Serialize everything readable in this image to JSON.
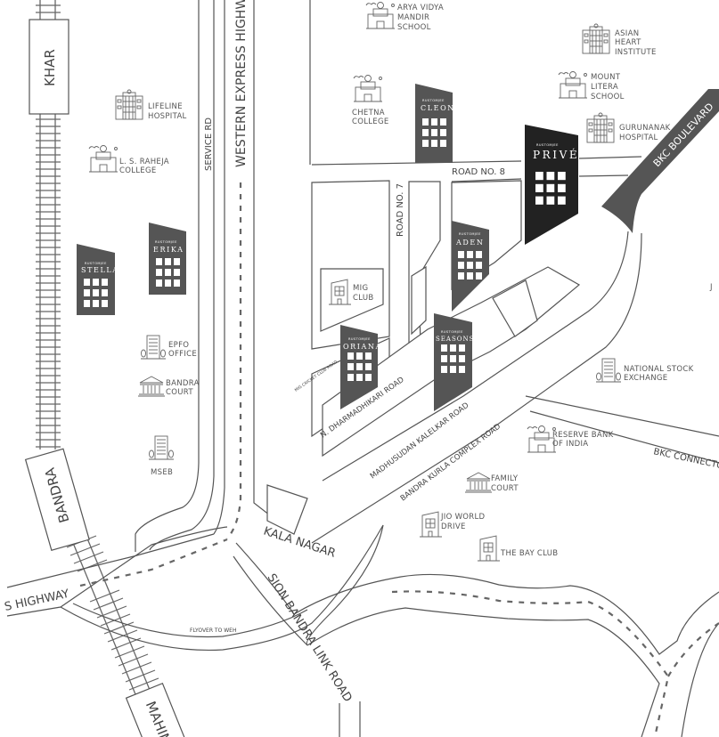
{
  "map": {
    "title": "Rustomjee Privé location map",
    "colors": {
      "background": "#ffffff",
      "road_stroke": "#555555",
      "building_gray": "#555555",
      "building_featured": "#222222",
      "boulevard_fill": "#555555",
      "label_text": "#444444"
    },
    "stations": [
      {
        "id": "khar",
        "label": "KHAR"
      },
      {
        "id": "bandra",
        "label": "BANDRA"
      },
      {
        "id": "mahim",
        "label": "MAHIM"
      }
    ],
    "roads": {
      "western_express_highway": "WESTERN EXPRESS HIGHWAY",
      "service_rd": "SERVICE RD",
      "road_no_8": "ROAD NO. 8",
      "road_no_7": "ROAD NO. 7",
      "bkc_boulevard": "BKC BOULEVARD",
      "mig_cricket_club_road": "MIG CRICKET CLUB ROAD",
      "n_dharmadhikari_road": "N. DHARMADHIKARI ROAD",
      "madhusudan_kalelkar_road": "MADHUSUDAN KALELKAR ROAD",
      "bandra_kurla_complex_road": "BANDRA KURLA COMPLEX ROAD",
      "bkc_connector": "BKC CONNECTOR",
      "kala_nagar": "KALA NAGAR",
      "sion_bandra_link_road": "SION BANDRA LINK ROAD",
      "highway_left": "S HIGHWAY",
      "flyover_to_weh": "FLYOVER TO WEH"
    },
    "projects": [
      {
        "id": "prive",
        "brand": "RUSTOMJEE",
        "name": "PRIVÉ",
        "featured": true
      },
      {
        "id": "cleon",
        "brand": "RUSTOMJEE",
        "name": "CLEON",
        "featured": false
      },
      {
        "id": "erika",
        "brand": "RUSTOMJEE",
        "name": "ERIKA",
        "featured": false
      },
      {
        "id": "stella",
        "brand": "RUSTOMJEE",
        "name": "STELLA",
        "featured": false
      },
      {
        "id": "aden",
        "brand": "RUSTOMJEE",
        "name": "ADEN",
        "featured": false
      },
      {
        "id": "oriana",
        "brand": "RUSTOMJEE",
        "name": "ORIANA",
        "featured": false
      },
      {
        "id": "seasons",
        "brand": "RUSTOMJEE",
        "name": "SEASONS",
        "featured": false
      }
    ],
    "landmarks": [
      {
        "id": "arya_vidya",
        "icon": "school-icon",
        "line1": "ARYA VIDYA",
        "line2": "MANDIR",
        "line3": "SCHOOL"
      },
      {
        "id": "asian_heart",
        "icon": "hospital-icon",
        "line1": "ASIAN",
        "line2": "HEART",
        "line3": "INSTITUTE"
      },
      {
        "id": "mount_litera",
        "icon": "school-icon",
        "line1": "MOUNT",
        "line2": "LITERA",
        "line3": "SCHOOL"
      },
      {
        "id": "gurunanak",
        "icon": "hospital-icon",
        "line1": "GURUNANAK",
        "line2": "HOSPITAL"
      },
      {
        "id": "chetna",
        "icon": "college-icon",
        "line1": "CHETNA",
        "line2": "COLLEGE"
      },
      {
        "id": "lifeline",
        "icon": "hospital-icon",
        "line1": "LIFELINE",
        "line2": "HOSPITAL"
      },
      {
        "id": "ls_raheja",
        "icon": "college-icon",
        "line1": "L. S. RAHEJA",
        "line2": "COLLEGE"
      },
      {
        "id": "mig_club",
        "icon": "club-icon",
        "line1": "MIG",
        "line2": "CLUB"
      },
      {
        "id": "epfo",
        "icon": "office-icon",
        "line1": "EPFO",
        "line2": "OFFICE"
      },
      {
        "id": "bandra_court",
        "icon": "court-icon",
        "line1": "BANDRA",
        "line2": "COURT"
      },
      {
        "id": "mseb",
        "icon": "office-building-icon",
        "line1": "MSEB"
      },
      {
        "id": "nse",
        "icon": "stock-exchange-icon",
        "line1": "NATIONAL STOCK",
        "line2": "EXCHANGE"
      },
      {
        "id": "rbi",
        "icon": "bank-icon",
        "line1": "RESERVE BANK",
        "line2": "OF INDIA"
      },
      {
        "id": "family_court",
        "icon": "court-icon",
        "line1": "FAMILY",
        "line2": "COURT"
      },
      {
        "id": "jio_world",
        "icon": "mall-icon",
        "line1": "JIO WORLD",
        "line2": "DRIVE"
      },
      {
        "id": "bay_club",
        "icon": "club-icon",
        "line1": "THE BAY CLUB"
      }
    ]
  }
}
